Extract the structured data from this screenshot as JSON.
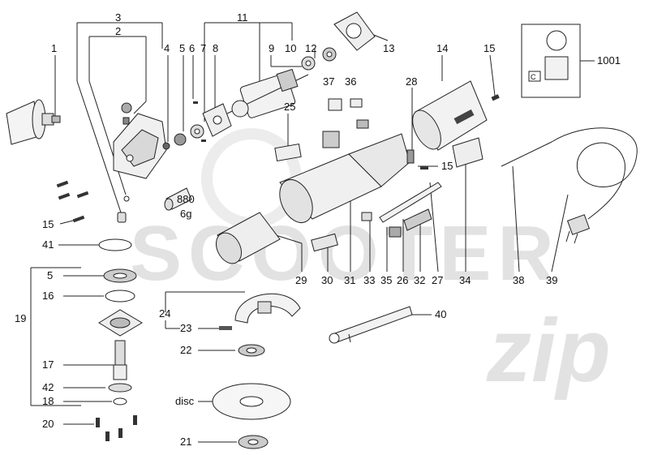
{
  "watermark": {
    "brand": "SCOOTER",
    "script": "zip"
  },
  "numbers": {
    "n1": "1",
    "n2": "2",
    "n3": "3",
    "n4": "4",
    "n5": "5",
    "n6": "6",
    "n7": "7",
    "n8": "8",
    "n9": "9",
    "n10": "10",
    "n11": "11",
    "n12": "12",
    "n13": "13",
    "n14": "14",
    "n15": "15",
    "n1001": "1001",
    "n25": "25",
    "n28": "28",
    "n36": "36",
    "n37": "37",
    "n15b": "15",
    "n15c": "15",
    "n41": "41",
    "n5b": "5",
    "n16": "16",
    "n19": "19",
    "n17": "17",
    "n42": "42",
    "n18": "18",
    "n20": "20",
    "n24": "24",
    "n23": "23",
    "n22": "22",
    "n21": "21",
    "n40": "40",
    "n29": "29",
    "n30": "30",
    "n31": "31",
    "n33": "33",
    "n35": "35",
    "n26": "26",
    "n32": "32",
    "n27": "27",
    "n34": "34",
    "n38": "38",
    "n39": "39"
  },
  "labels": {
    "grease_code": "880",
    "grease_amount": "6g",
    "disc": "disc"
  },
  "colors": {
    "line": "#222222",
    "watermark": "#e2e2e2"
  }
}
